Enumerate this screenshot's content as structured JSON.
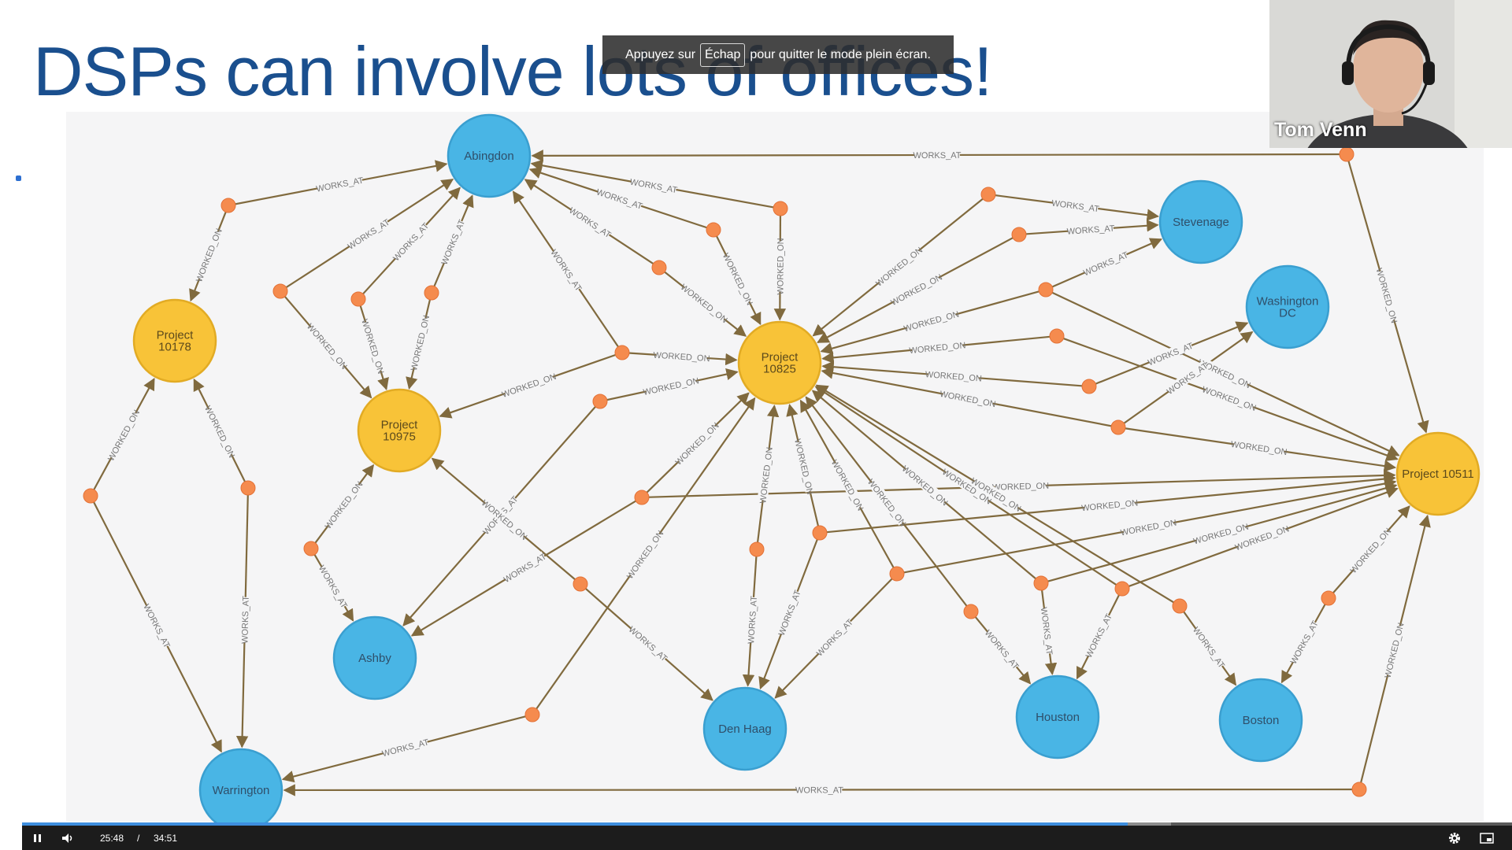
{
  "slide": {
    "title": "DSPs can involve lots of offices!"
  },
  "fullscreen_notice": {
    "prefix": "Appuyez sur",
    "key": "Échap",
    "suffix": "pour quitter le mode plein écran."
  },
  "webcam": {
    "participant_name": "Tom Venn"
  },
  "player": {
    "current_time": "25:48",
    "separator": "/",
    "duration": "34:51",
    "progress_fraction": 0.742,
    "buffered_fraction": 0.771
  },
  "colors": {
    "office_node": "#49b5e5",
    "office_border": "#3a9fd0",
    "project_node": "#f8c338",
    "project_border": "#e2ab24",
    "relationship_node": "#f58b4e",
    "edge": "#806a3e",
    "edge_label": "#777777",
    "title": "#1a4f8e"
  },
  "graph": {
    "offices": [
      {
        "id": "abingdon",
        "label": "Abingdon"
      },
      {
        "id": "stevenage",
        "label": "Stevenage"
      },
      {
        "id": "washington",
        "label": "Washington DC"
      },
      {
        "id": "ashby",
        "label": "Ashby"
      },
      {
        "id": "denhaag",
        "label": "Den Haag"
      },
      {
        "id": "houston",
        "label": "Houston"
      },
      {
        "id": "boston",
        "label": "Boston"
      },
      {
        "id": "warrington",
        "label": "Warrington"
      }
    ],
    "projects": [
      {
        "id": "p10178",
        "label": "Project 10178"
      },
      {
        "id": "p10975",
        "label": "Project 10975"
      },
      {
        "id": "p10825",
        "label": "Project 10825"
      },
      {
        "id": "p10511",
        "label": "Project 10511"
      }
    ],
    "relationship_labels": {
      "works_at": "WORKS_AT",
      "worked_on": "WORKED_ON"
    }
  }
}
